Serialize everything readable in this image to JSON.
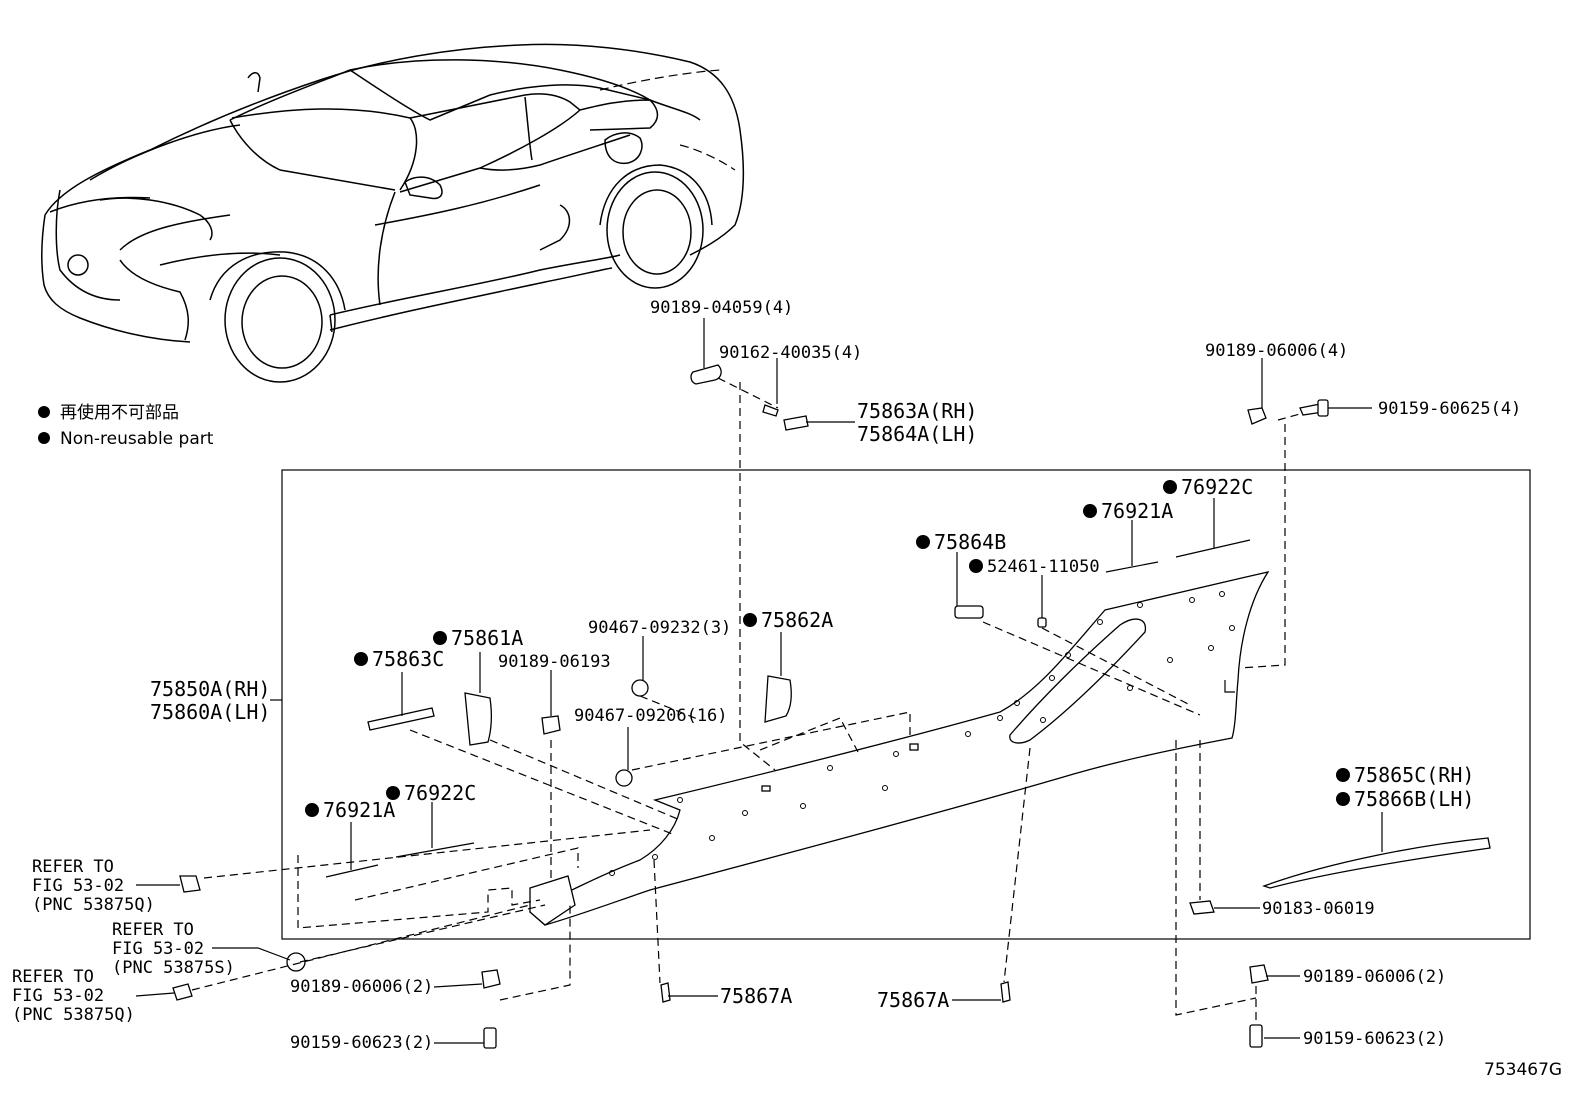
{
  "legend": {
    "line_jp": "再使用不可部品",
    "line_en": "Non-reusable part"
  },
  "figure_code": "753467G",
  "refer_labels": {
    "top": {
      "line1": "REFER TO",
      "line2": "FIG 53-02",
      "line3": "(PNC 53875Q)"
    },
    "middle": {
      "line1": "REFER TO",
      "line2": "FIG 53-02",
      "line3": "(PNC 53875S)"
    },
    "bottom": {
      "line1": "REFER TO",
      "line2": "FIG 53-02",
      "line3": "(PNC 53875Q)"
    }
  },
  "parts": {
    "p_90189_04059": "90189-04059(4)",
    "p_90162_40035": "90162-40035(4)",
    "p_75863A": "75863A(RH)",
    "p_75864A": "75864A(LH)",
    "p_90189_06006_4": "90189-06006(4)",
    "p_90159_60625": "90159-60625(4)",
    "p_76922C_r": "76922C",
    "p_76921A_r": "76921A",
    "p_75864B": "75864B",
    "p_52461": "52461-11050",
    "p_75862A": "75862A",
    "p_90467_09232": "90467-09232(3)",
    "p_75861A": "75861A",
    "p_90189_06193": "90189-06193",
    "p_75863C": "75863C",
    "p_75850A": "75850A(RH)",
    "p_75860A": "75860A(LH)",
    "p_90467_09206": "90467-09206(16)",
    "p_76922C_l": "76922C",
    "p_76921A_l": "76921A",
    "p_75865C": "75865C(RH)",
    "p_75866B": "75866B(LH)",
    "p_90183_06019": "90183-06019",
    "p_90189_06006_2l": "90189-06006(2)",
    "p_90159_60623_l": "90159-60623(2)",
    "p_75867A_1": "75867A",
    "p_75867A_2": "75867A",
    "p_90189_06006_2r": "90189-06006(2)",
    "p_90159_60623_r": "90159-60623(2)"
  }
}
